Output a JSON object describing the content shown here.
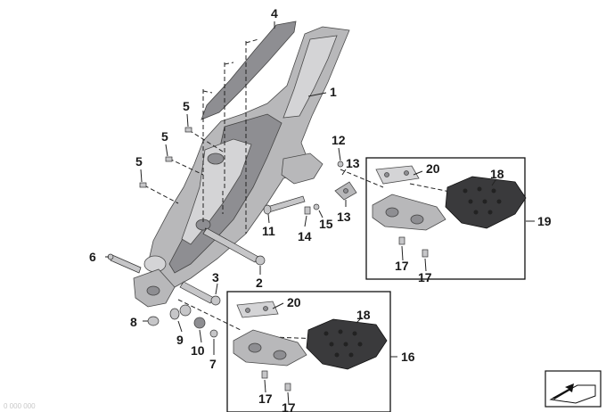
{
  "diagram": {
    "part_numbers": {
      "p1": "1",
      "p2": "2",
      "p3": "3",
      "p4": "4",
      "p5a": "5",
      "p5b": "5",
      "p5c": "5",
      "p6": "6",
      "p7": "7",
      "p8": "8",
      "p9": "9",
      "p10": "10",
      "p11": "11",
      "p12": "12",
      "p13a": "13",
      "p13b": "13",
      "p14": "14",
      "p15": "15",
      "p16": "16",
      "p17a": "17",
      "p17b": "17",
      "p17c": "17",
      "p17d": "17",
      "p18a": "18",
      "p18b": "18",
      "p19": "19",
      "p20a": "20",
      "p20b": "20"
    },
    "watermark": "0 000 000"
  },
  "colors": {
    "metal": "#b8b8ba",
    "rubber": "#3a3a3c",
    "line": "#222222"
  }
}
